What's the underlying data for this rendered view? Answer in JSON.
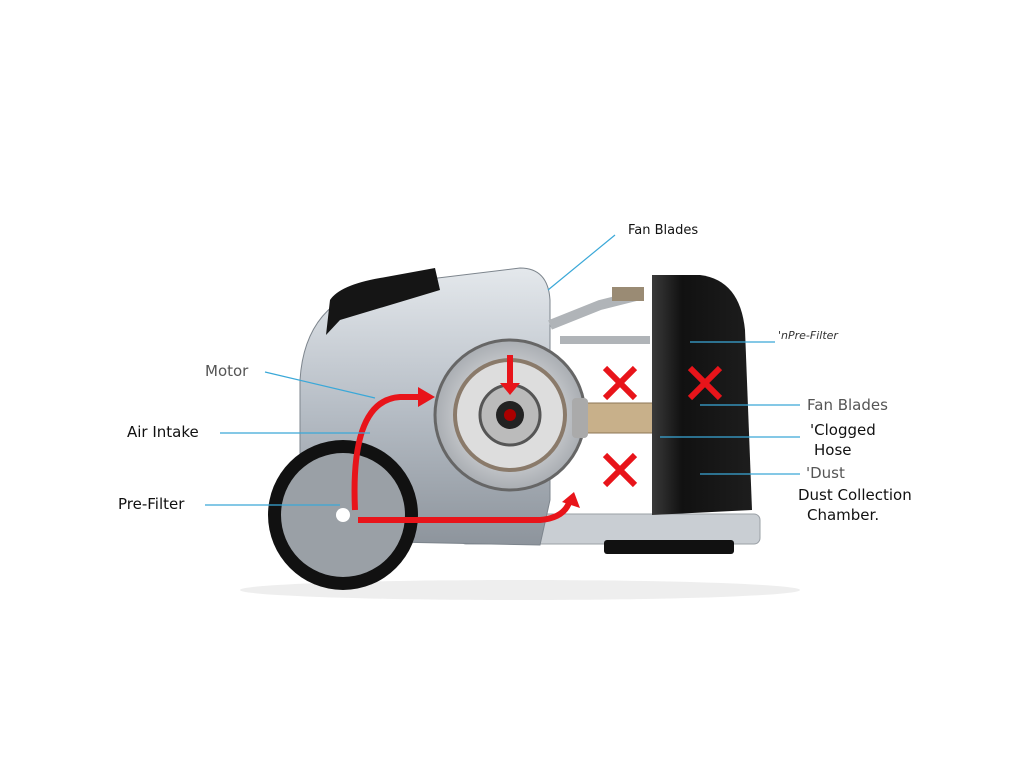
{
  "labels": {
    "fan_blades_top": "Fan Blades",
    "motor": "Motor",
    "air_intake": "Air Intake",
    "pre_filter_left": "Pre-Filter",
    "pre_filter_right": "'nPre-Filter",
    "fan_blades_right": "Fan Blades",
    "clogged_hose_1": "'Clogged",
    "clogged_hose_2": "Hose",
    "dust_short": "'Dust",
    "dust_chamber_1": "Dust Collection",
    "dust_chamber_2": "Chamber."
  },
  "colors": {
    "leader": "#3aa8d8",
    "airflow": "#e8141a",
    "body": "#b9c0c8",
    "chamber": "#1a1a1a"
  }
}
